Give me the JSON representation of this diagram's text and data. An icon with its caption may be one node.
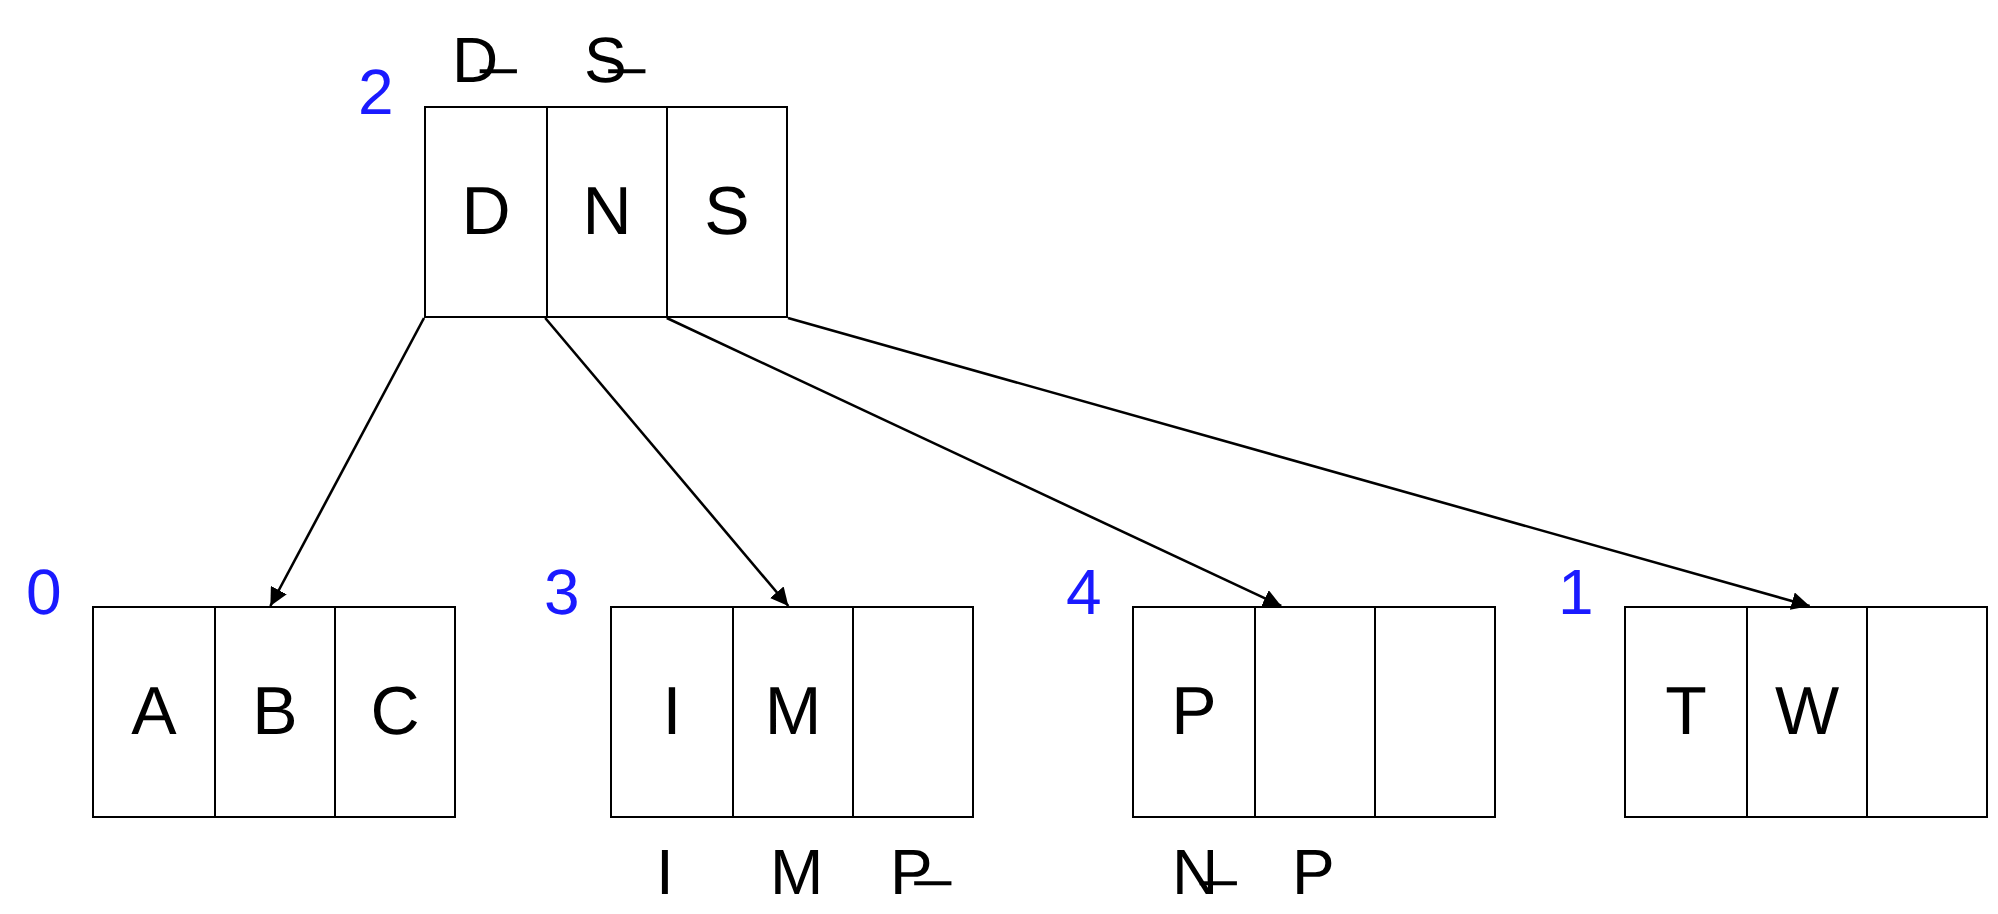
{
  "diagram": {
    "nodes": [
      {
        "text": [],
        "shape": "box",
        "beside": [
          "2"
        ]
      },
      {
        "text": [
          "D"
        ],
        "in": 0
      },
      {
        "text": [
          "N"
        ],
        "in": 0
      },
      {
        "text": [
          "S"
        ],
        "in": 0
      },
      {
        "text": [],
        "shape": "box",
        "beside": [
          "0"
        ]
      },
      {
        "text": [
          "A"
        ],
        "in": 4
      },
      {
        "text": [
          "B"
        ],
        "in": 4
      },
      {
        "text": [
          "C"
        ],
        "in": 4
      },
      {
        "text": [],
        "shape": "box",
        "beside": [
          "3"
        ]
      },
      {
        "text": [
          "I"
        ],
        "in": 8
      },
      {
        "text": [
          "M"
        ],
        "in": 8
      },
      {
        "text": [],
        "shape": "box",
        "in": 8
      },
      {
        "text": [],
        "shape": "box",
        "beside": [
          "4"
        ]
      },
      {
        "text": [
          "P"
        ],
        "in": 12
      },
      {
        "text": [],
        "shape": "box",
        "in": 12
      },
      {
        "text": [],
        "shape": "box",
        "in": 12
      },
      {
        "text": [],
        "shape": "box",
        "beside": [
          "1"
        ]
      },
      {
        "text": [
          "T"
        ],
        "in": 16
      },
      {
        "text": [
          "W"
        ],
        "in": 16
      },
      {
        "text": [],
        "shape": "box",
        "in": 16
      }
    ],
    "edges": [
      {
        "from": 0,
        "to": 4,
        "arrow": "to"
      },
      {
        "from": 0,
        "to": 8,
        "arrow": "to"
      },
      {
        "from": 0,
        "to": 12,
        "arrow": "to"
      },
      {
        "from": 0,
        "to": 16,
        "arrow": "to"
      }
    ],
    "labels": [
      "D̶",
      "S̶",
      "I",
      "M",
      "P̶",
      "N̶",
      "P"
    ]
  }
}
